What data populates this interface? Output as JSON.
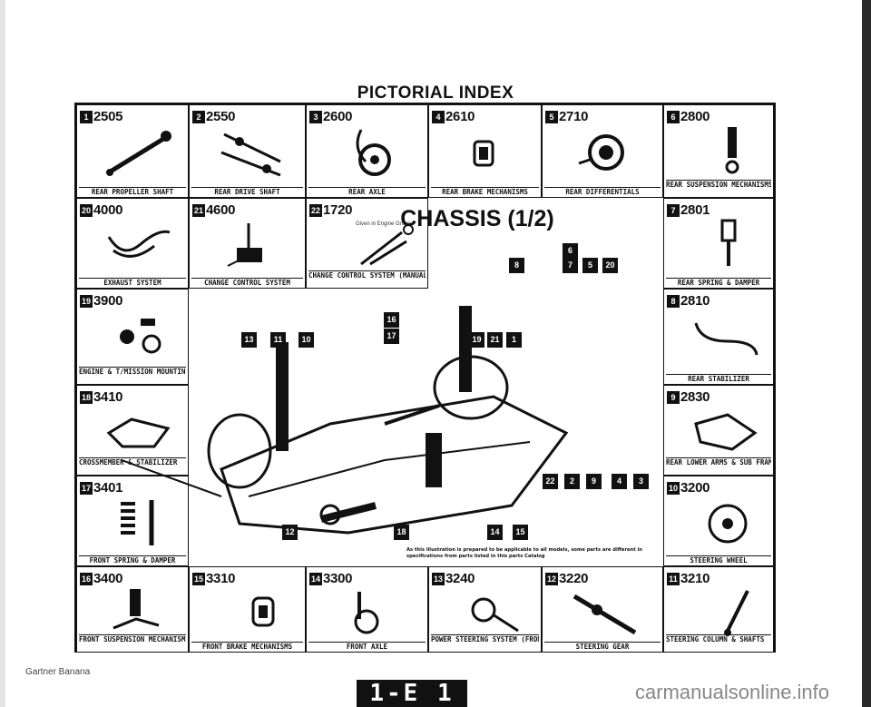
{
  "title": "PICTORIAL INDEX",
  "section": "CHASSIS (1/2)",
  "given_note": "Given in Engine Group",
  "note": "As this illustration is prepared to be applicable to all models, some parts are different in specifications from parts listed in this parts Catalog",
  "footer": {
    "left": "Gartner Banana",
    "badge": "1-E 1",
    "watermark": "carmanualsonline.info"
  },
  "cells": [
    {
      "badge": "1",
      "code": "2505",
      "caption": "REAR PROPELLER SHAFT"
    },
    {
      "badge": "2",
      "code": "2550",
      "caption": "REAR DRIVE SHAFT"
    },
    {
      "badge": "3",
      "code": "2600",
      "caption": "REAR AXLE"
    },
    {
      "badge": "4",
      "code": "2610",
      "caption": "REAR BRAKE MECHANISMS"
    },
    {
      "badge": "5",
      "code": "2710",
      "caption": "REAR DIFFERENTIALS"
    },
    {
      "badge": "6",
      "code": "2800",
      "caption": "REAR SUSPENSION MECHANISMS"
    },
    {
      "badge": "20",
      "code": "4000",
      "caption": "EXHAUST SYSTEM"
    },
    {
      "badge": "21",
      "code": "4600",
      "caption": "CHANGE CONTROL SYSTEM"
    },
    {
      "badge": "22",
      "code": "1720",
      "caption": "CHANGE CONTROL SYSTEM (MANUAL TRANSMISSION)"
    },
    {
      "badge": "7",
      "code": "2801",
      "caption": "REAR SPRING & DAMPER"
    },
    {
      "badge": "19",
      "code": "3900",
      "caption": "ENGINE & T/MISSION MOUNTINGS"
    },
    {
      "badge": "8",
      "code": "2810",
      "caption": "REAR STABILIZER"
    },
    {
      "badge": "18",
      "code": "3410",
      "caption": "CROSSMEMBER & STABILIZER"
    },
    {
      "badge": "9",
      "code": "2830",
      "caption": "REAR LOWER ARMS & SUB FRAME"
    },
    {
      "badge": "17",
      "code": "3401",
      "caption": "FRONT SPRING & DAMPER"
    },
    {
      "badge": "10",
      "code": "3200",
      "caption": "STEERING WHEEL"
    },
    {
      "badge": "16",
      "code": "3400",
      "caption": "FRONT SUSPENSION MECHANISMS"
    },
    {
      "badge": "15",
      "code": "3310",
      "caption": "FRONT BRAKE MECHANISMS"
    },
    {
      "badge": "14",
      "code": "3300",
      "caption": "FRONT AXLE"
    },
    {
      "badge": "13",
      "code": "3240",
      "caption": "POWER STEERING SYSTEM (FRONT)"
    },
    {
      "badge": "12",
      "code": "3220",
      "caption": "STEERING GEAR"
    },
    {
      "badge": "11",
      "code": "3210",
      "caption": "STEERING COLUMN & SHAFTS"
    }
  ],
  "callouts": [
    "6",
    "8",
    "7",
    "5",
    "20",
    "13",
    "11",
    "10",
    "16",
    "17",
    "19",
    "21",
    "1",
    "22",
    "2",
    "9",
    "4",
    "3",
    "12",
    "18",
    "14",
    "15"
  ]
}
